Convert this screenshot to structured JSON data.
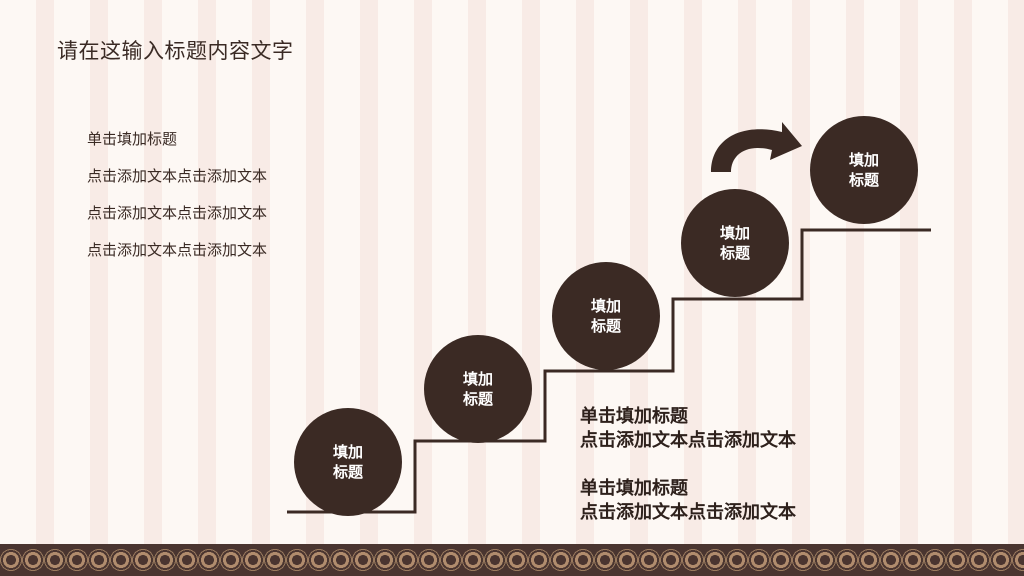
{
  "title": "请在这输入标题内容文字",
  "left_list": [
    "单击填加标题",
    "点击添加文本点击添加文本",
    "点击添加文本点击添加文本",
    "点击添加文本点击添加文本"
  ],
  "steps": [
    {
      "label": "填加标题"
    },
    {
      "label": "填加标题"
    },
    {
      "label": "填加标题"
    },
    {
      "label": "填加标题"
    },
    {
      "label": "填加标题"
    }
  ],
  "descriptions": [
    {
      "heading": "单击填加标题",
      "text": "点击添加文本点击添加文本"
    },
    {
      "heading": "单击填加标题",
      "text": "点击添加文本点击添加文本"
    }
  ],
  "colors": {
    "circle": "#3b2a24",
    "line": "#3b2a24",
    "background": "#fdf8f4",
    "stripe": "#f8ebe6",
    "footer": "#4a3530"
  },
  "icons": {
    "arrow": "curved-arrow-icon"
  }
}
